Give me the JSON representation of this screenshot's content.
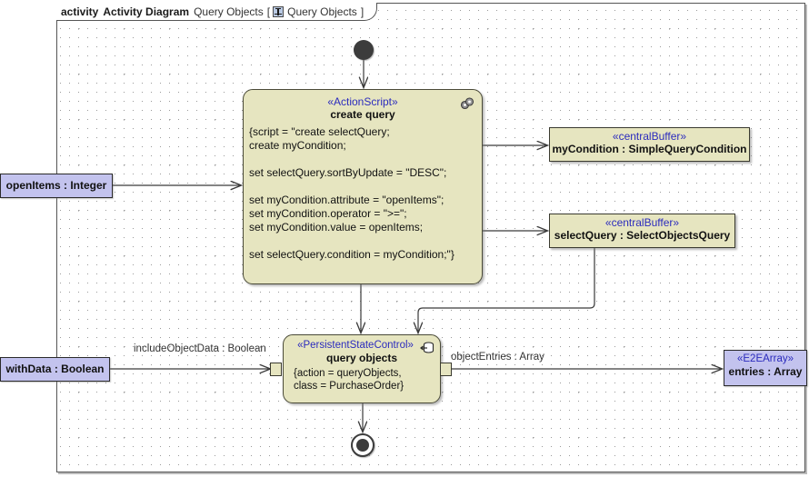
{
  "frame": {
    "keyword": "activity",
    "kind": "Activity Diagram",
    "name": "Query Objects",
    "bracket_open": "[",
    "bracket_label": "Query Objects",
    "bracket_close": "]",
    "icon": "activity-diagram-icon"
  },
  "nodes": {
    "create_query": {
      "stereotype": "«ActionScript»",
      "name": "create query",
      "body": "{script = \"create selectQuery;\ncreate myCondition;\n\nset selectQuery.sortByUpdate = \"DESC\";\n\nset myCondition.attribute = \"openItems\";\nset myCondition.operator = \">=\";\nset myCondition.value = openItems;\n\nset selectQuery.condition = myCondition;\"}",
      "icon": "script-gears-icon"
    },
    "query_objects": {
      "stereotype": "«PersistentStateControl»",
      "name": "query objects",
      "body": "{action = queryObjects,\nclass = PurchaseOrder}",
      "icon": "persistence-database-icon"
    },
    "buffer_mycondition": {
      "stereotype": "«centralBuffer»",
      "name": "myCondition : SimpleQueryCondition"
    },
    "buffer_selectquery": {
      "stereotype": "«centralBuffer»",
      "name": "selectQuery : SelectObjectsQuery"
    },
    "param_openitems": {
      "name": "openItems : Integer"
    },
    "param_withdata": {
      "name": "withData : Boolean"
    },
    "entries": {
      "stereotype": "«E2EArray»",
      "name": "entries : Array"
    },
    "initial": {
      "name": "initial-node"
    },
    "final": {
      "name": "activity-final-node"
    }
  },
  "edge_labels": {
    "include_object_data": "includeObjectData : Boolean",
    "object_entries": "objectEntries : Array"
  },
  "colors": {
    "action_fill": "#e6e5c0",
    "action_stroke": "#4a4a38",
    "param_fill": "#c3c3ee",
    "stereotype_text": "#2b2bbd",
    "edge_stroke": "#3a3a3a",
    "canvas": "#ffffff",
    "grid_dot": "#9a9a9a"
  }
}
